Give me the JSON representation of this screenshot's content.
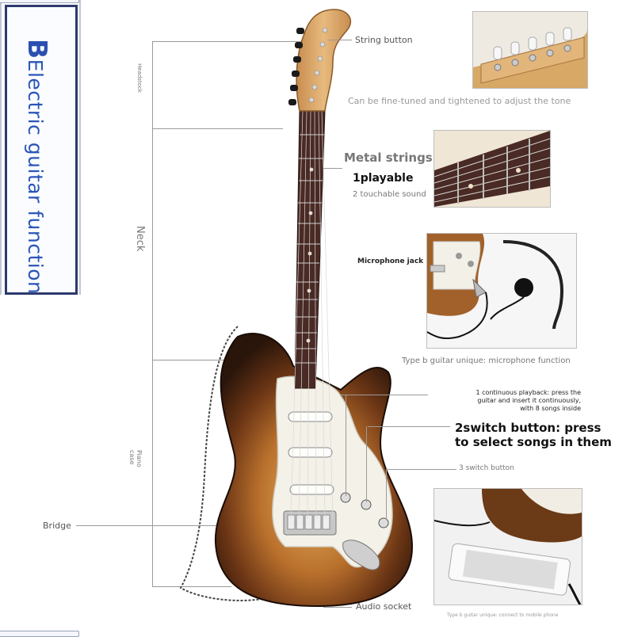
{
  "title": {
    "initial": "B",
    "rest": "Electric guitar function"
  },
  "side_labels": {
    "headstock": "Headstock",
    "neck": "Neck",
    "piano_case": "Piano case",
    "bridge": "Bridge"
  },
  "callouts": {
    "string_button": "String button",
    "string_button_desc": "Can be fine-tuned and tightened to adjust the tone",
    "metal_strings": "Metal strings",
    "playable": "1playable",
    "touchable": "2 touchable sound",
    "microphone_jack": "Microphone jack",
    "microphone_desc": "Type b guitar unique: microphone function",
    "continuous_line1": "1 continuous playback: press the",
    "continuous_line2": "guitar and insert it continuously,",
    "continuous_line3": "with 8 songs inside",
    "switch_line1": "2switch button: press",
    "switch_line2": "to select songs in them",
    "switch_small": "3 switch button",
    "audio_socket": "Audio socket",
    "mobile_desc": "Type b guitar unique: connect to mobile phone"
  },
  "colors": {
    "title_blue": "#2b56b8",
    "frame_navy": "#2d3a6e",
    "sunburst_dark": "#3a2010",
    "sunburst_mid": "#8a4a1c",
    "sunburst_light": "#d9a15a",
    "rosewood": "#4a2a24",
    "maple": "#d9a86c"
  }
}
